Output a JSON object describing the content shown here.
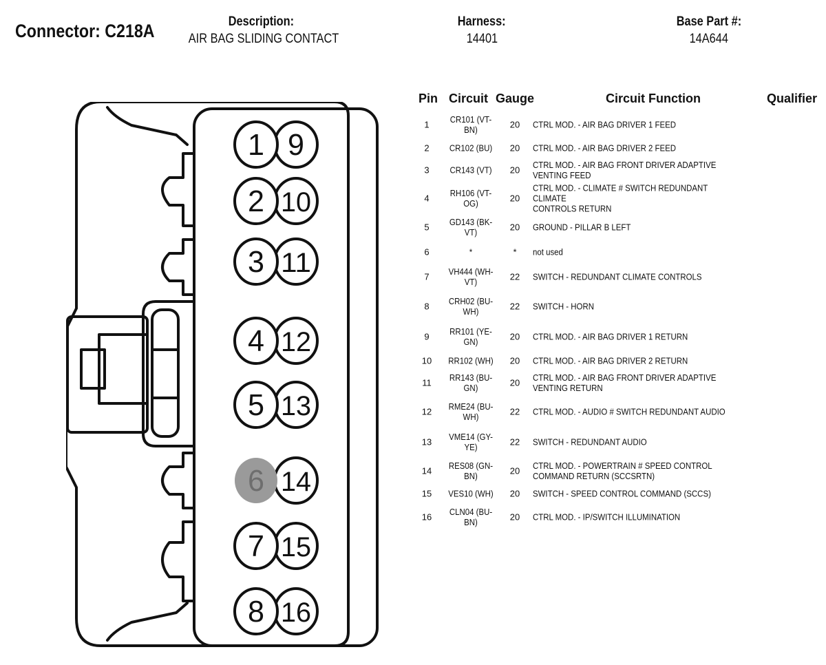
{
  "header": {
    "connector_title": "Connector: C218A",
    "description_label": "Description:",
    "description_value": "AIR BAG SLIDING CONTACT",
    "harness_label": "Harness:",
    "harness_value": "14401",
    "base_part_label": "Base Part #:",
    "base_part_value": "14A644"
  },
  "table": {
    "columns": [
      "Pin",
      "Circuit",
      "Gauge",
      "Circuit Function",
      "Qualifier"
    ],
    "rows": [
      {
        "pin": "1",
        "circuit": [
          "CR101 (VT-",
          "BN)"
        ],
        "gauge": "20",
        "function": [
          "CTRL MOD. - AIR BAG DRIVER 1 FEED"
        ]
      },
      {
        "pin": "2",
        "circuit": [
          "CR102 (BU)"
        ],
        "gauge": "20",
        "function": [
          "CTRL MOD. - AIR BAG DRIVER 2 FEED"
        ]
      },
      {
        "pin": "3",
        "circuit": [
          "CR143 (VT)"
        ],
        "gauge": "20",
        "function": [
          "CTRL MOD. - AIR BAG FRONT DRIVER ADAPTIVE",
          "VENTING FEED"
        ]
      },
      {
        "pin": "4",
        "circuit": [
          "RH106 (VT-",
          "OG)"
        ],
        "gauge": "20",
        "function": [
          "CTRL MOD. - CLIMATE # SWITCH REDUNDANT CLIMATE",
          "CONTROLS RETURN"
        ]
      },
      {
        "pin": "5",
        "circuit": [
          "GD143 (BK-",
          "VT)"
        ],
        "gauge": "20",
        "function": [
          "GROUND - PILLAR B LEFT"
        ]
      },
      {
        "pin": "6",
        "circuit": [
          "*"
        ],
        "gauge": "*",
        "function": [
          "not used"
        ]
      },
      {
        "pin": "7",
        "circuit": [
          "VH444 (WH-",
          "VT)"
        ],
        "gauge": "22",
        "function": [
          "SWITCH - REDUNDANT CLIMATE CONTROLS"
        ]
      },
      {
        "pin": "8",
        "circuit": [
          "CRH02 (BU-",
          "WH)"
        ],
        "gauge": "22",
        "function": [
          "SWITCH - HORN"
        ]
      },
      {
        "pin": "9",
        "circuit": [
          "RR101 (YE-",
          "GN)"
        ],
        "gauge": "20",
        "function": [
          "CTRL MOD. - AIR BAG DRIVER 1 RETURN"
        ]
      },
      {
        "pin": "10",
        "circuit": [
          "RR102 (WH)"
        ],
        "gauge": "20",
        "function": [
          "CTRL MOD. - AIR BAG DRIVER 2 RETURN"
        ]
      },
      {
        "pin": "11",
        "circuit": [
          "RR143 (BU-",
          "GN)"
        ],
        "gauge": "20",
        "function": [
          "CTRL MOD. - AIR BAG FRONT DRIVER ADAPTIVE",
          "VENTING RETURN"
        ]
      },
      {
        "pin": "12",
        "circuit": [
          "RME24 (BU-",
          "WH)"
        ],
        "gauge": "22",
        "function": [
          "CTRL MOD. - AUDIO # SWITCH REDUNDANT AUDIO"
        ]
      },
      {
        "pin": "13",
        "circuit": [
          "VME14 (GY-",
          "YE)"
        ],
        "gauge": "22",
        "function": [
          "SWITCH - REDUNDANT AUDIO"
        ]
      },
      {
        "pin": "14",
        "circuit": [
          "RES08 (GN-",
          "BN)"
        ],
        "gauge": "20",
        "function": [
          "CTRL MOD. - POWERTRAIN # SPEED CONTROL",
          "COMMAND RETURN (SCCSRTN)"
        ]
      },
      {
        "pin": "15",
        "circuit": [
          "VES10 (WH)"
        ],
        "gauge": "20",
        "function": [
          "SWITCH - SPEED CONTROL COMMAND (SCCS)"
        ]
      },
      {
        "pin": "16",
        "circuit": [
          "CLN04 (BU-",
          "BN)"
        ],
        "gauge": "20",
        "function": [
          "CTRL MOD. - IP/SWITCH ILLUMINATION"
        ]
      }
    ]
  },
  "connector": {
    "pin_labels_left": [
      "1",
      "2",
      "3",
      "4",
      "5",
      "6",
      "7",
      "8"
    ],
    "pin_labels_right": [
      "9",
      "10",
      "11",
      "12",
      "13",
      "14",
      "15",
      "16"
    ],
    "unused_pins": [
      "6"
    ],
    "colors": {
      "outline": "#111111",
      "unused_fill": "#9a9a9a",
      "unused_text": "#6e6e6e"
    }
  }
}
